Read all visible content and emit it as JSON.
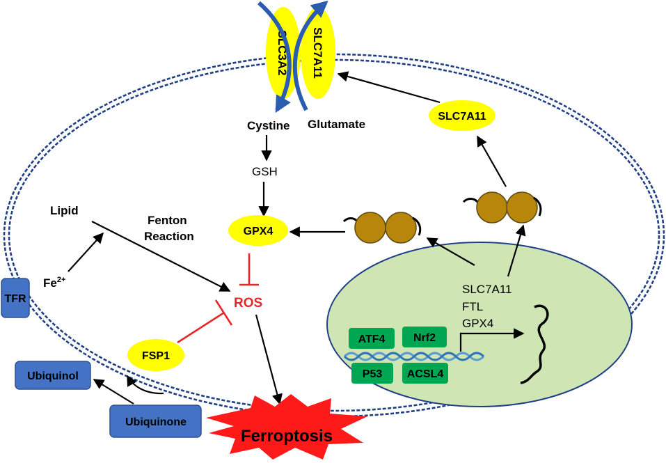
{
  "labels": {
    "slc3a2": "SLC3A2",
    "slc7a11_membrane": "SLC7A11",
    "cystine": "Cystine",
    "glutamate": "Glutamate",
    "gsh": "GSH",
    "slc7a11_cyto": "SLC7A11",
    "lipid": "Lipid",
    "fenton_line1": "Fenton",
    "fenton_line2": "Reaction",
    "gpx4": "GPX4",
    "fe": "Fe",
    "fe_charge": "2+",
    "tfr": "TFR",
    "ros": "ROS",
    "fsp1": "FSP1",
    "ubiquinol": "Ubiquinol",
    "ubiquinone": "Ubiquinone",
    "ferroptosis": "Ferroptosis",
    "atf4": "ATF4",
    "nrf2": "Nrf2",
    "p53": "P53",
    "acsl4": "ACSL4",
    "gene_slc7a11": "SLC7A11",
    "gene_ftl": "FTL",
    "gene_gpx4": "GPX4"
  },
  "colors": {
    "yellow": "#ffff00",
    "box_blue": "#4472c4",
    "box_green": "#00a651",
    "nucleus": "#cfe6b4",
    "membrane": "#1f3f86",
    "ribosome": "#b8860b",
    "inhibit_red": "#e8262a",
    "burst_red": "#ff1a1a"
  }
}
